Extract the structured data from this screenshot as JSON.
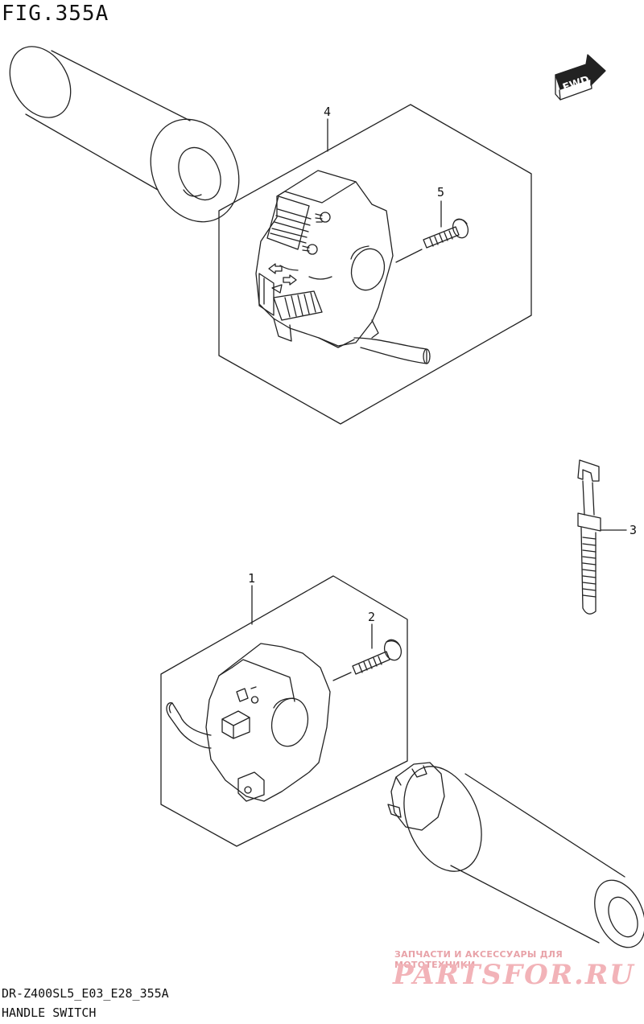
{
  "figure": {
    "title": "FIG.355A",
    "model_code": "DR-Z400SL5_E03_E28_355A",
    "caption": "HANDLE SWITCH",
    "fwd_label": "FWD"
  },
  "callouts": [
    {
      "id": "1",
      "label": "1"
    },
    {
      "id": "2",
      "label": "2"
    },
    {
      "id": "3",
      "label": "3"
    },
    {
      "id": "4",
      "label": "4"
    },
    {
      "id": "5",
      "label": "5"
    }
  ],
  "watermark": {
    "tagline": "ЗАПЧАСТИ И АКСЕССУАРЫ ДЛЯ МОТОТЕХНИКИ",
    "logo": "PARTSFOR.RU",
    "color": "#f2b3b8"
  },
  "colors": {
    "line": "#222222",
    "background": "#ffffff"
  }
}
